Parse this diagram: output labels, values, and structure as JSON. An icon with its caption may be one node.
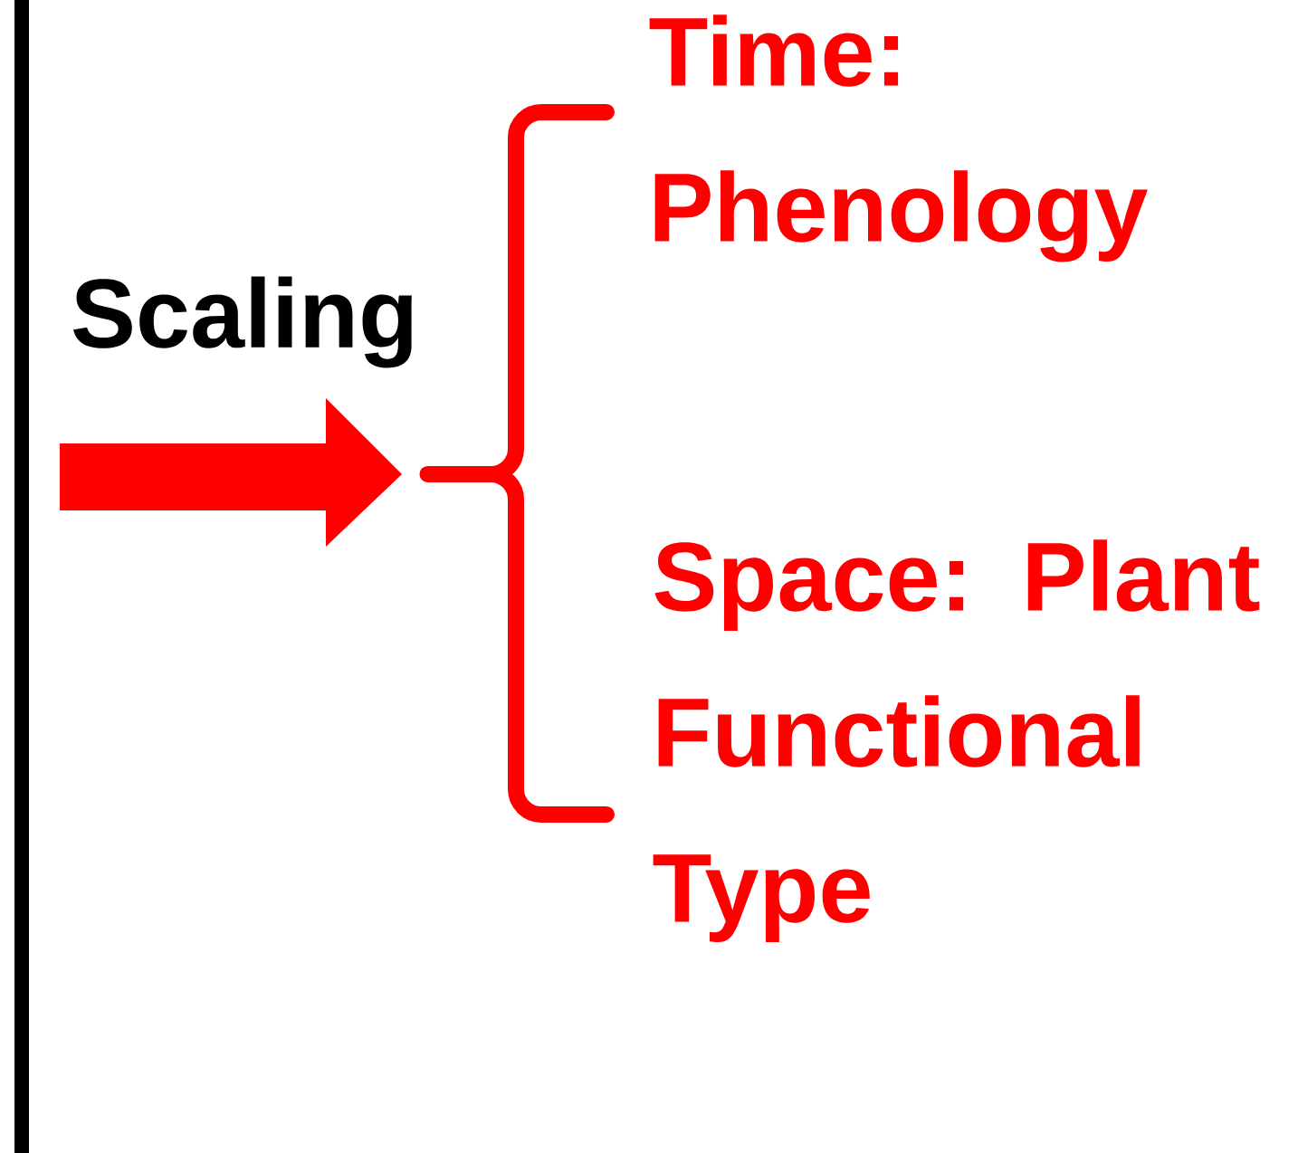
{
  "diagram": {
    "labels": [
      "Time: Phenology",
      "Scaling",
      "Space: Plant Functional Type"
    ]
  }
}
